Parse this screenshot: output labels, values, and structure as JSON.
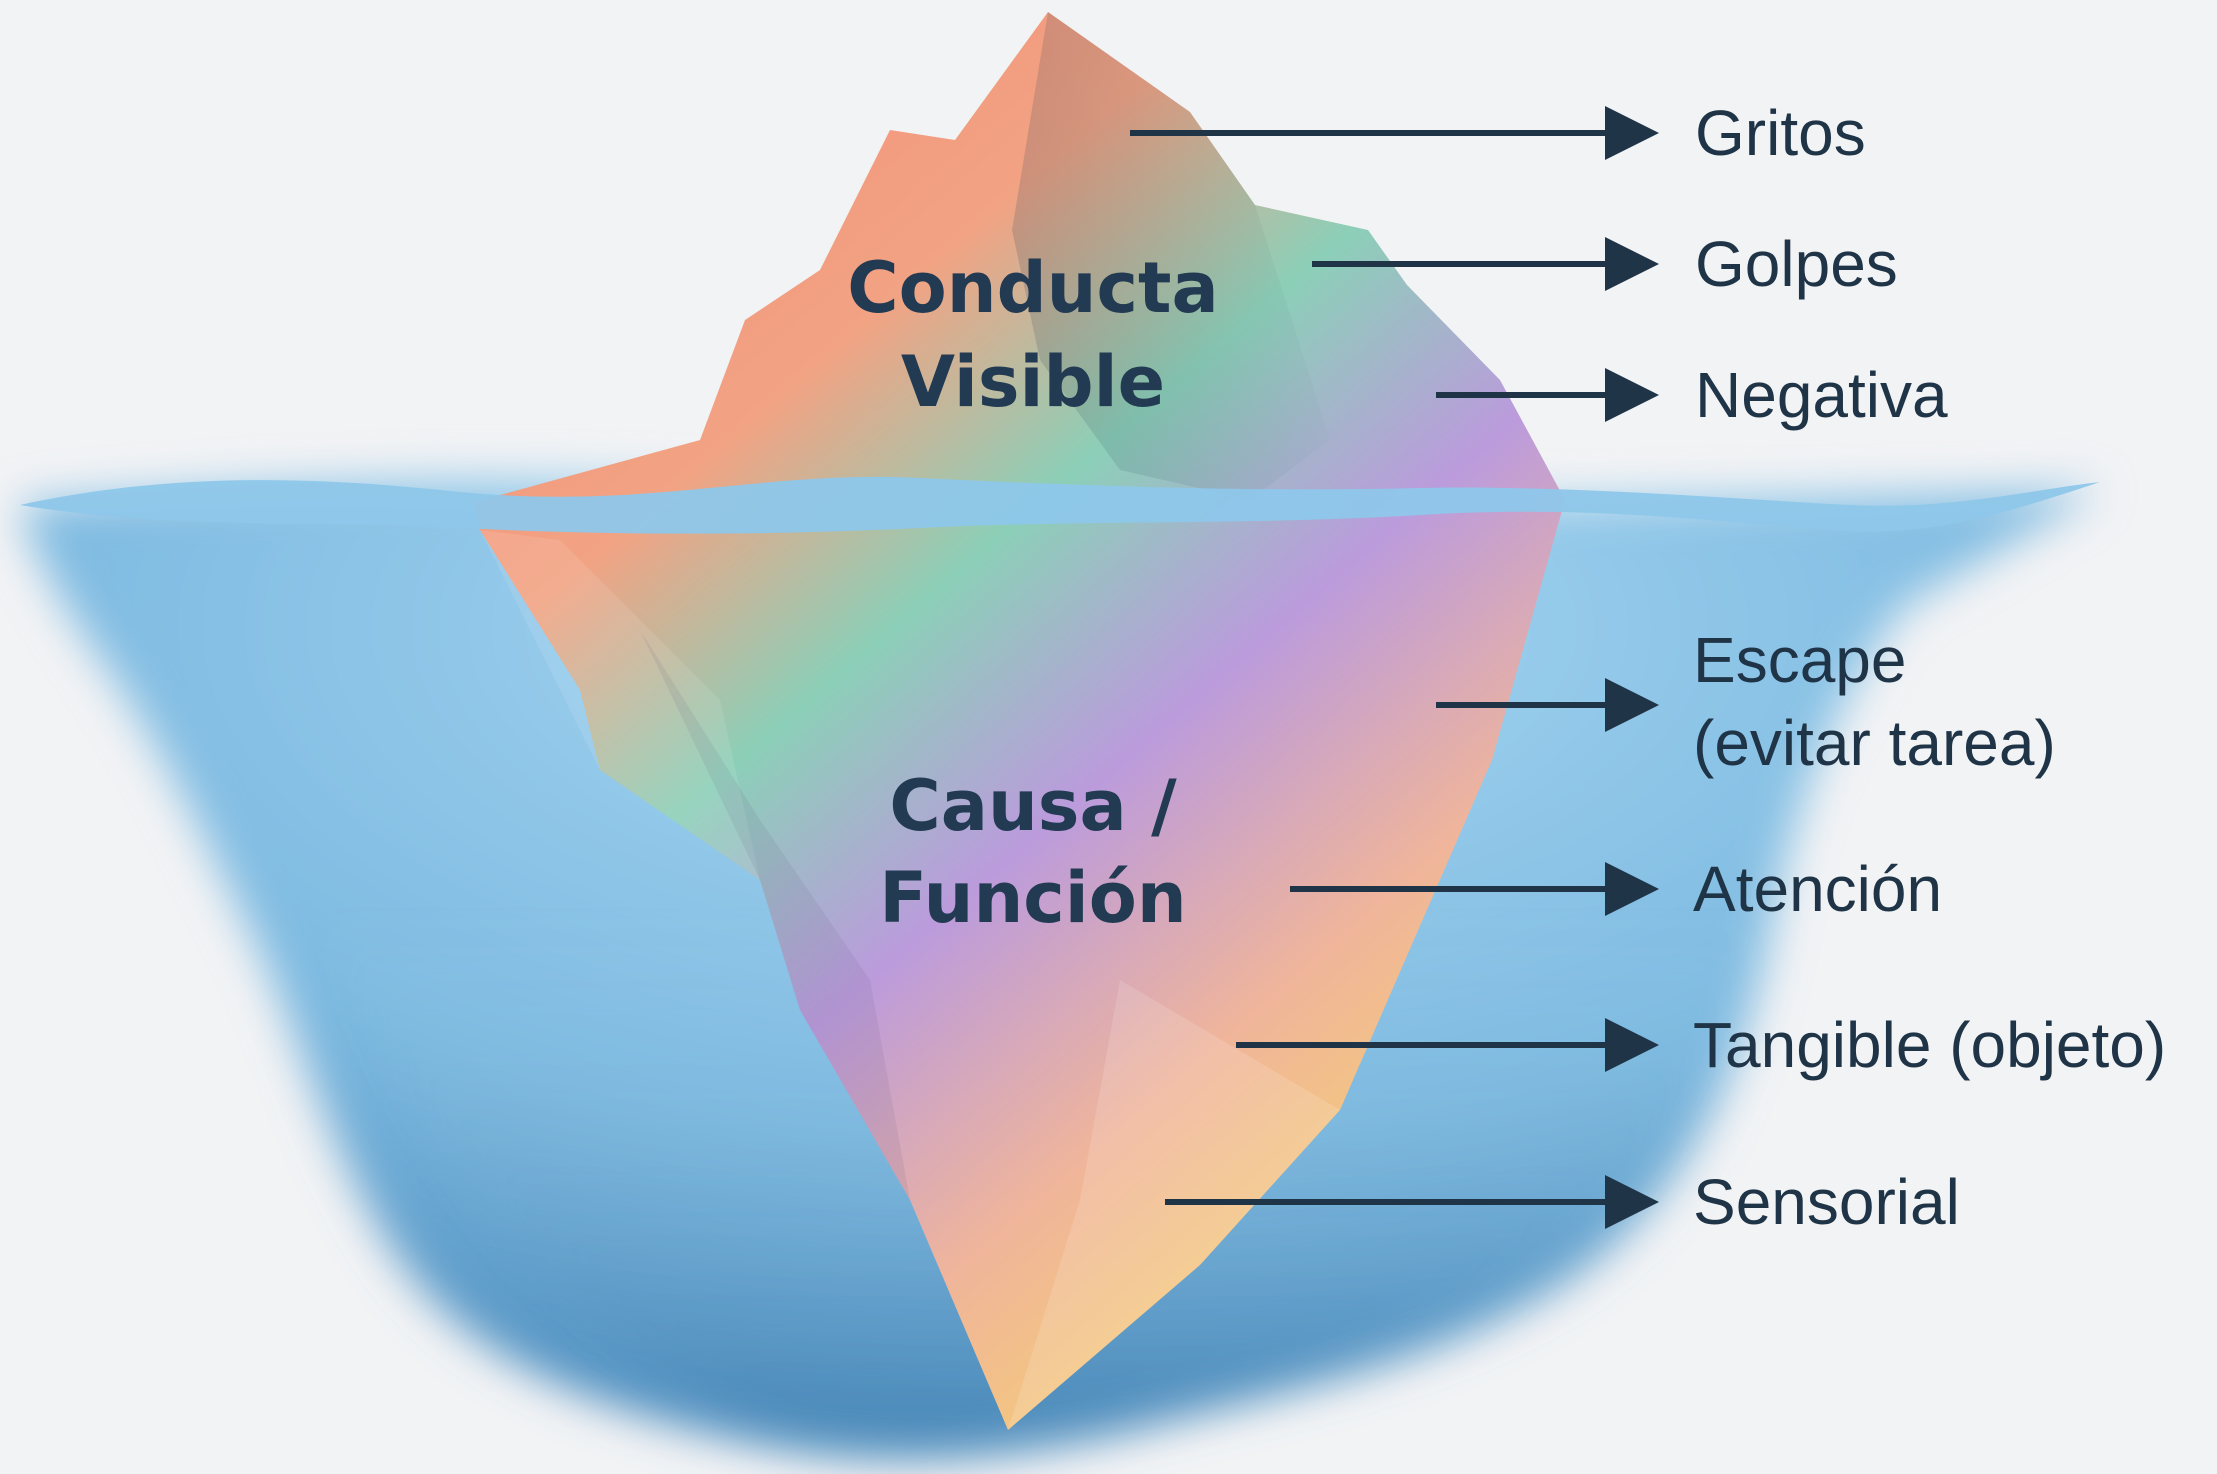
{
  "colors": {
    "background": "#f2f3f5",
    "water_surface": "#8ec7ea",
    "water_deep": "#4f8fc0",
    "ice_coral": "#f4927a",
    "ice_teal": "#84c9b8",
    "ice_purple": "#b99ad8",
    "ice_yellow": "#f6cf6e",
    "text_dark": "#223a52",
    "arrow": "#1f3447"
  },
  "zones": {
    "visible": [
      "Conducta",
      "Visible"
    ],
    "hidden": [
      "Causa /",
      "Función"
    ]
  },
  "visible_items": [
    {
      "lines": [
        "Gritos"
      ]
    },
    {
      "lines": [
        "Golpes"
      ]
    },
    {
      "lines": [
        "Negativa"
      ]
    }
  ],
  "hidden_items": [
    {
      "lines": [
        "Escape",
        "(evitar tarea)"
      ]
    },
    {
      "lines": [
        "Atención"
      ]
    },
    {
      "lines": [
        "Tangible (objeto)"
      ]
    },
    {
      "lines": [
        "Sensorial"
      ]
    }
  ]
}
